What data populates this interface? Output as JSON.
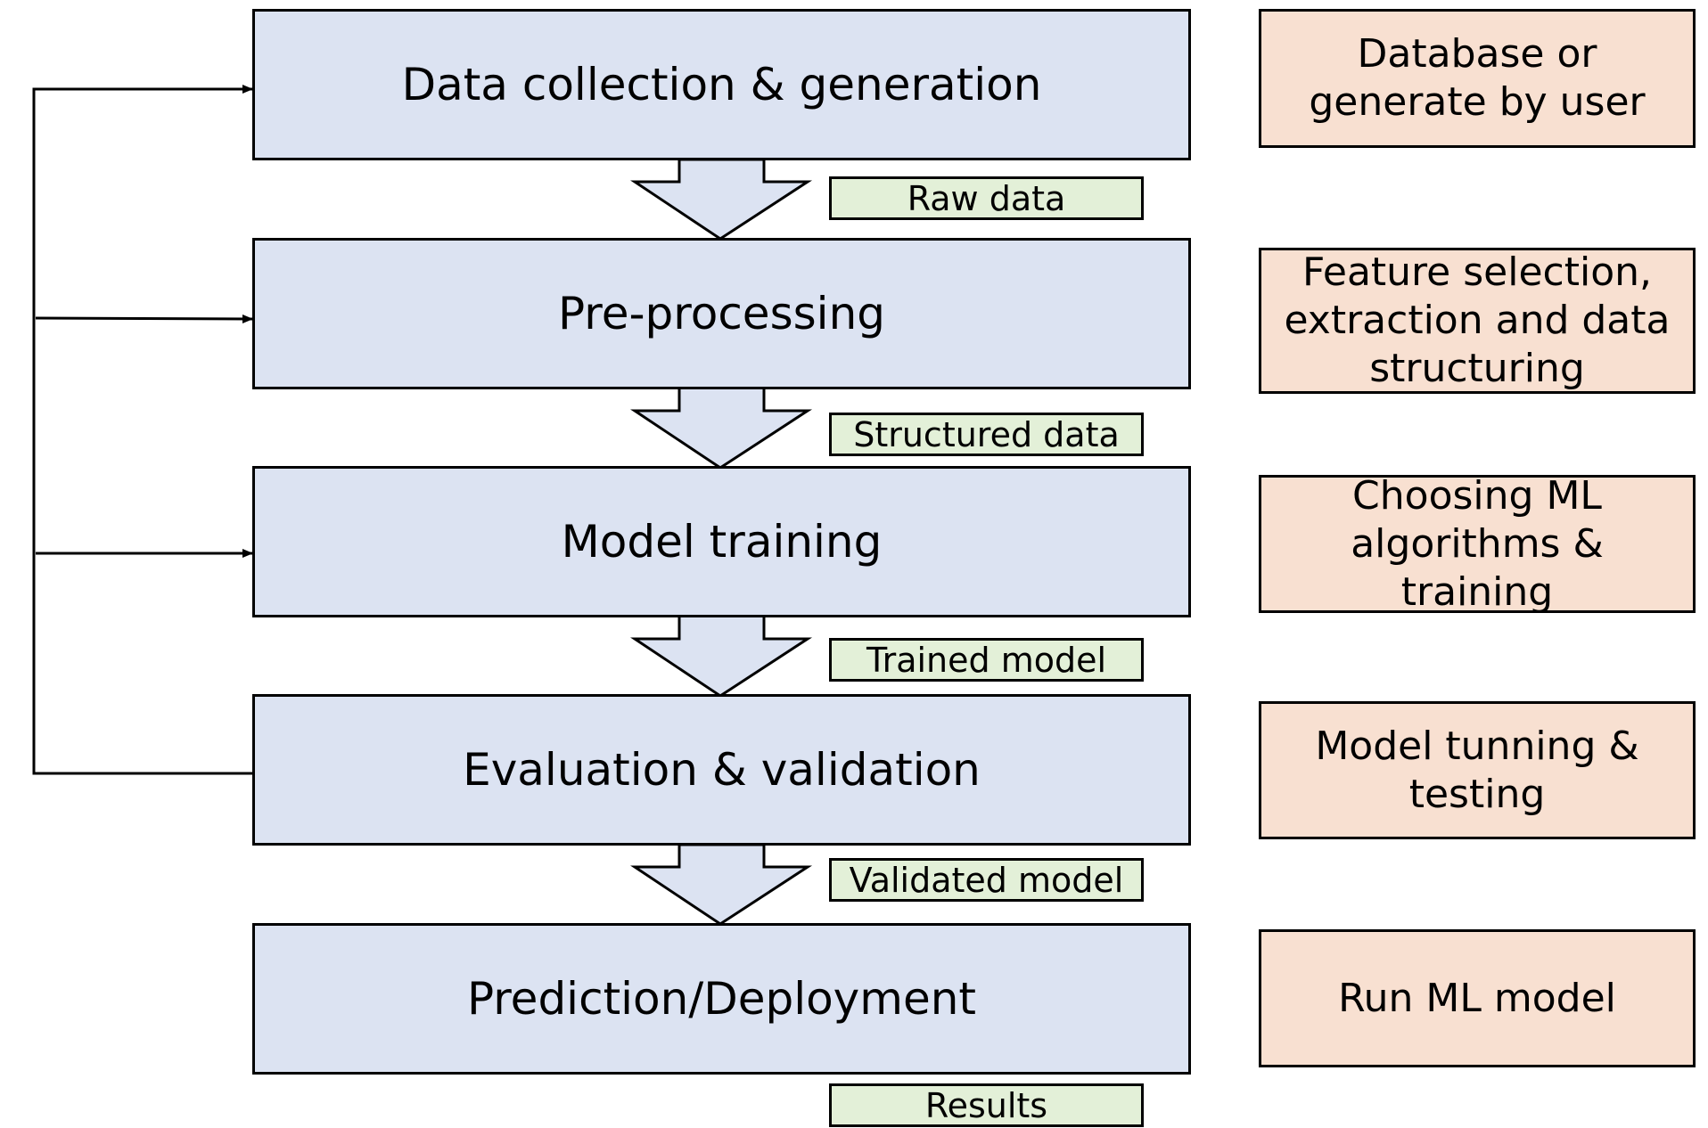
{
  "steps": [
    {
      "label": "Data collection & generation"
    },
    {
      "label": "Pre-processing"
    },
    {
      "label": "Model training"
    },
    {
      "label": "Evaluation & validation"
    },
    {
      "label": "Prediction/Deployment"
    }
  ],
  "notes": [
    {
      "label": "Database or generate by user"
    },
    {
      "label": "Feature selection, extraction and data structuring"
    },
    {
      "label": "Choosing ML algorithms & training"
    },
    {
      "label": "Model tunning & testing"
    },
    {
      "label": "Run ML model"
    }
  ],
  "outputs": [
    {
      "label": "Raw data"
    },
    {
      "label": "Structured data"
    },
    {
      "label": "Trained model"
    },
    {
      "label": "Validated model"
    },
    {
      "label": "Results"
    }
  ],
  "colors": {
    "step_fill": "#dce3f2",
    "note_fill": "#f8e0d1",
    "output_fill": "#e3f0d8",
    "stroke": "#000000"
  }
}
